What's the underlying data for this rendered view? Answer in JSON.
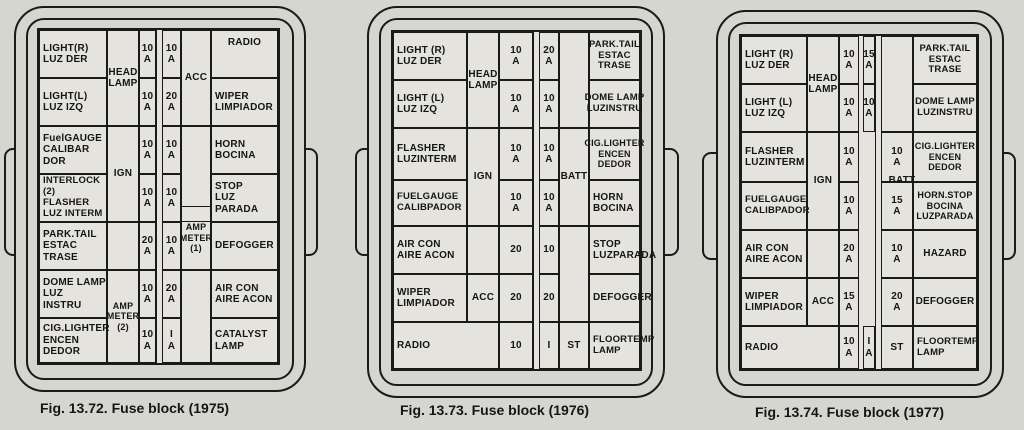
{
  "figures": [
    {
      "id": "fig-1975",
      "caption": "Fig. 13.72. Fuse block (1975)",
      "cells": [
        {
          "text": "LIGHT(R)\nLUZ DER"
        },
        {
          "text": "HEAD\nLAMP"
        },
        {
          "text": "10\nA"
        },
        {
          "text": "10\nA"
        },
        {
          "text": "RADIO"
        },
        {
          "text": "LIGHT(L)\nLUZ IZQ"
        },
        {
          "text": "10\nA"
        },
        {
          "text": "20\nA"
        },
        {
          "text": "ACC"
        },
        {
          "text": "WIPER\nLIMPIADOR"
        },
        {
          "text": "FuelGAUGE\nCALIBAR\nDOR"
        },
        {
          "text": "IGN"
        },
        {
          "text": "10\nA"
        },
        {
          "text": "10\nA"
        },
        {
          "text": "HORN\nBOCINA"
        },
        {
          "text": "INTERLOCK\n(2)\nFLASHER\nLUZ INTERM"
        },
        {
          "text": "10\nA"
        },
        {
          "text": "10\nA"
        },
        {
          "text": "STOP\nLUZ\nPARADA"
        },
        {
          "text": "PARK.TAIL\nESTAC\nTRASE"
        },
        {
          "text": "20\nA"
        },
        {
          "text": "10\nA"
        },
        {
          "text": "AMP\nMETER\n(1)"
        },
        {
          "text": "DEFOGGER"
        },
        {
          "text": "DOME LAMP\nLUZ\nINSTRU"
        },
        {
          "text": "AMP\nMETER\n(2)"
        },
        {
          "text": "10\nA"
        },
        {
          "text": "20\nA"
        },
        {
          "text": "AIR CON\nAIRE ACON"
        },
        {
          "text": "CIG.LIGHTER\nENCEN\nDEDOR"
        },
        {
          "text": "10\nA"
        },
        {
          "text": "I\nA"
        },
        {
          "text": "CATALYST\nLAMP"
        }
      ]
    },
    {
      "id": "fig-1976",
      "caption": "Fig. 13.73. Fuse block (1976)",
      "cells": [
        {
          "text": "LIGHT (R)\nLUZ DER"
        },
        {
          "text": "HEAD\nLAMP"
        },
        {
          "text": "10\nA"
        },
        {
          "text": "20\nA"
        },
        {
          "text": "PARK.TAIL\nESTAC\nTRASE"
        },
        {
          "text": "LIGHT (L)\nLUZ IZQ"
        },
        {
          "text": "10\nA"
        },
        {
          "text": "10\nA"
        },
        {
          "text": "DOME LAMP\nLUZINSTRU"
        },
        {
          "text": "FLASHER\nLUZINTERM"
        },
        {
          "text": "IGN"
        },
        {
          "text": "10\nA"
        },
        {
          "text": "10\nA"
        },
        {
          "text": "BATT"
        },
        {
          "text": "CIG.LIGHTER\nENCEN\nDEDOR"
        },
        {
          "text": "FUELGAUGE\nCALIBPADOR"
        },
        {
          "text": "10\nA"
        },
        {
          "text": "10\nA"
        },
        {
          "text": "HORN\nBOCINA"
        },
        {
          "text": "AIR CON\nAIRE ACON"
        },
        {
          "text": "20"
        },
        {
          "text": "10"
        },
        {
          "text": "STOP\nLUZPARADA"
        },
        {
          "text": "WIPER\nLIMPIADOR"
        },
        {
          "text": "ACC"
        },
        {
          "text": "20"
        },
        {
          "text": "20"
        },
        {
          "text": "DEFOGGER"
        },
        {
          "text": "RADIO"
        },
        {
          "text": "10"
        },
        {
          "text": "I"
        },
        {
          "text": "ST"
        },
        {
          "text": "FLOORTEMP\nLAMP"
        }
      ]
    },
    {
      "id": "fig-1977",
      "caption": "Fig. 13.74. Fuse block (1977)",
      "cells": [
        {
          "text": "LIGHT (R)\nLUZ DER"
        },
        {
          "text": "HEAD\nLAMP"
        },
        {
          "text": "10\nA"
        },
        {
          "text": "15\nA"
        },
        {
          "text": "PARK.TAIL\nESTAC\nTRASE"
        },
        {
          "text": "LIGHT (L)\nLUZ IZQ"
        },
        {
          "text": "10\nA"
        },
        {
          "text": "10\nA"
        },
        {
          "text": "DOME LAMP\nLUZINSTRU"
        },
        {
          "text": "FLASHER\nLUZINTERM"
        },
        {
          "text": "IGN"
        },
        {
          "text": "10\nA"
        },
        {
          "text": "10\nA"
        },
        {
          "text": "BATT"
        },
        {
          "text": "CIG.LIGHTER\nENCEN\nDEDOR"
        },
        {
          "text": "FUELGAUGE\nCALIBPADOR"
        },
        {
          "text": "10\nA"
        },
        {
          "text": "15\nA"
        },
        {
          "text": "HORN.STOP\nBOCINA\nLUZPARADA"
        },
        {
          "text": "AIR CON\nAIRE ACON"
        },
        {
          "text": "20\nA"
        },
        {
          "text": "10\nA"
        },
        {
          "text": "HAZARD"
        },
        {
          "text": "WIPER\nLIMPIADOR"
        },
        {
          "text": "ACC"
        },
        {
          "text": "15\nA"
        },
        {
          "text": "20\nA"
        },
        {
          "text": "DEFOGGER"
        },
        {
          "text": "RADIO"
        },
        {
          "text": "10\nA"
        },
        {
          "text": "I\nA"
        },
        {
          "text": "ST"
        },
        {
          "text": "FLOORTEMP\nLAMP"
        }
      ]
    }
  ]
}
